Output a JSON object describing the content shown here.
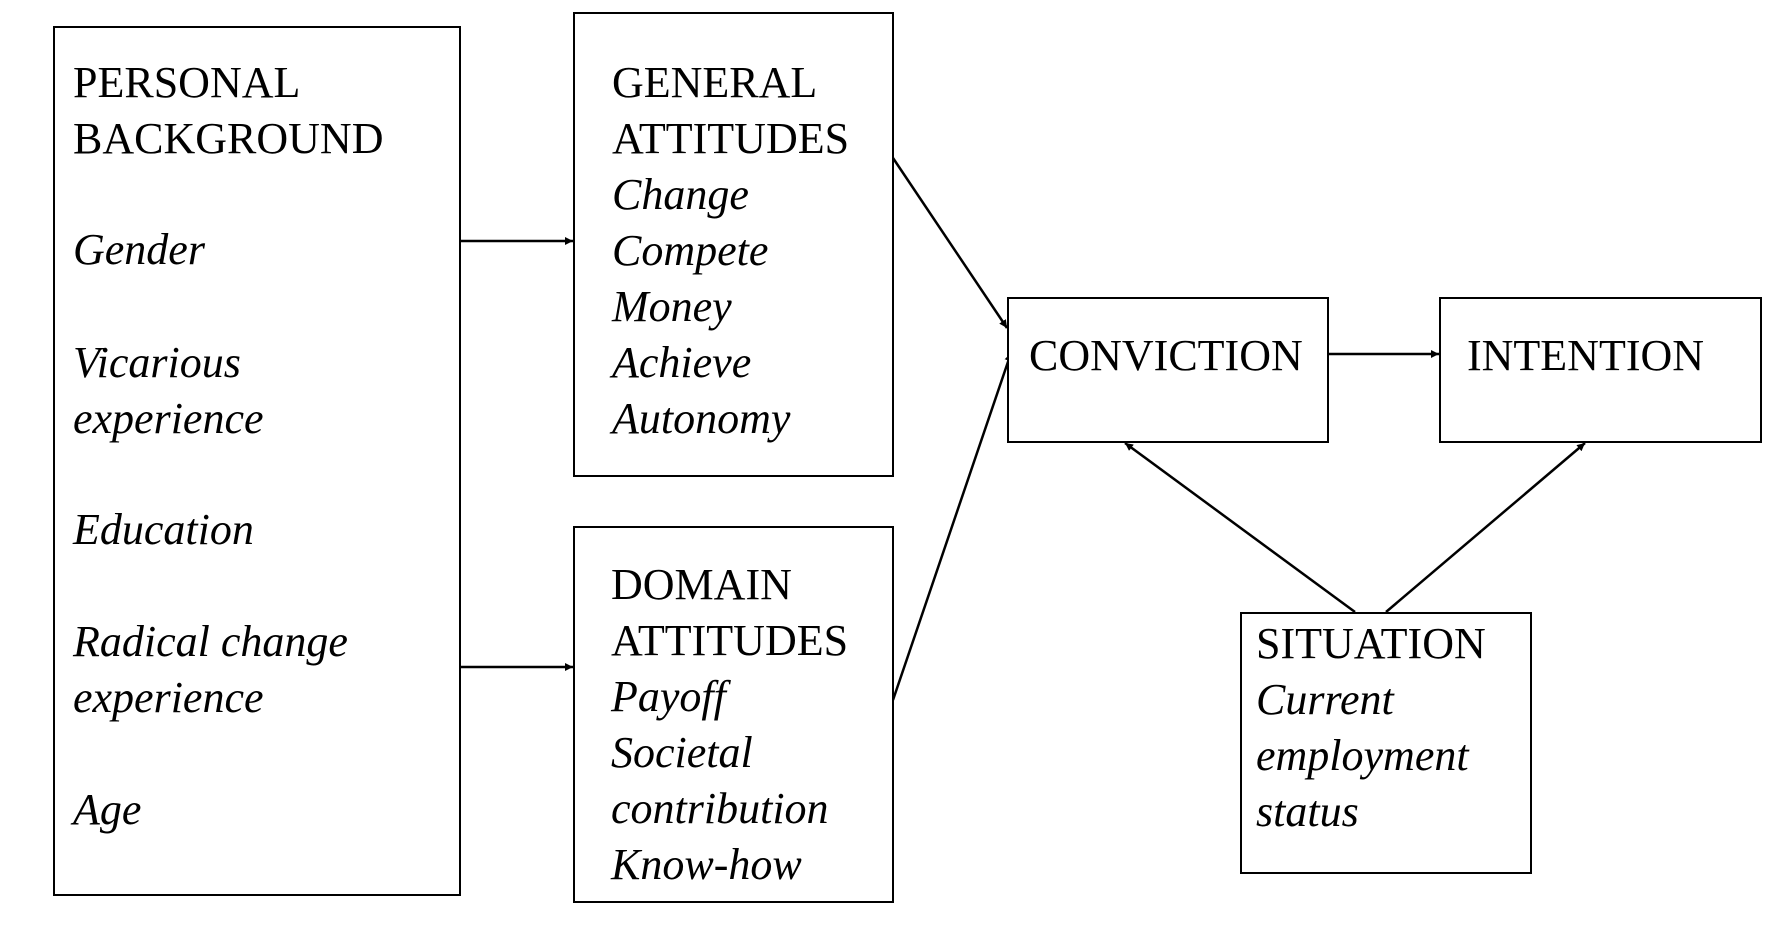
{
  "personal_background": {
    "heading": [
      "PERSONAL",
      "BACKGROUND"
    ],
    "items": [
      "Gender",
      "Vicarious",
      "experience",
      "Education",
      "Radical change",
      "experience",
      "Age"
    ]
  },
  "general_attitudes": {
    "heading": [
      "GENERAL",
      "ATTITUDES"
    ],
    "items": [
      "Change",
      "Compete",
      "Money",
      "Achieve",
      "Autonomy"
    ]
  },
  "domain_attitudes": {
    "heading": [
      "DOMAIN",
      "ATTITUDES"
    ],
    "items": [
      "Payoff",
      "Societal",
      "contribution",
      "Know-how"
    ]
  },
  "conviction": {
    "label": "CONVICTION"
  },
  "intention": {
    "label": "INTENTION"
  },
  "situation": {
    "heading": "SITUATION",
    "items": [
      "Current",
      "employment",
      "status"
    ]
  }
}
